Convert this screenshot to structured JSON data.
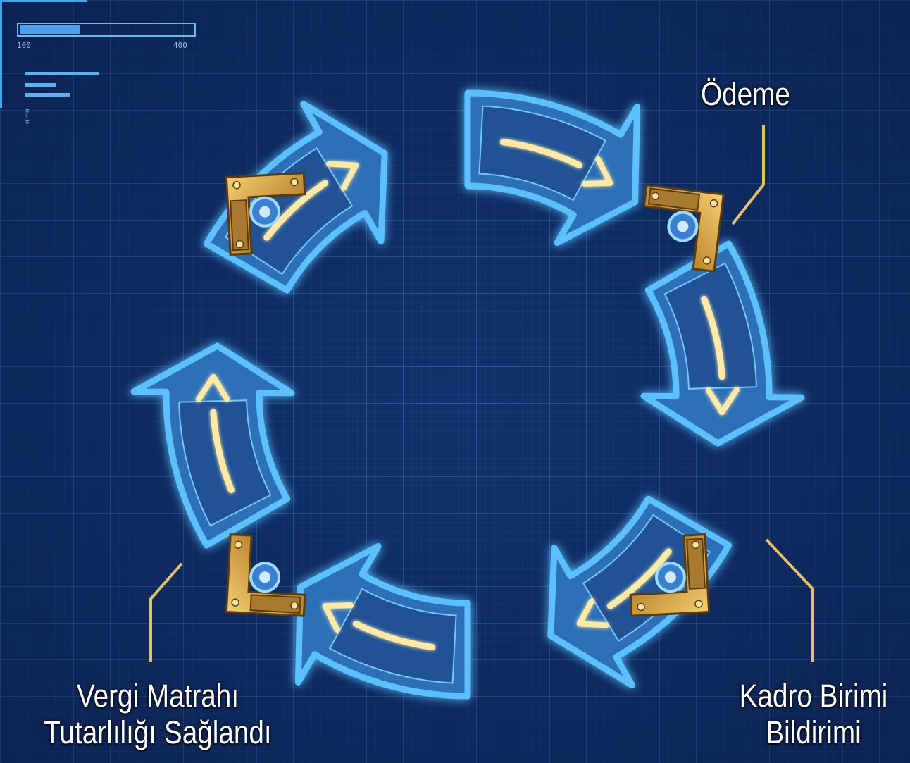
{
  "diagram": {
    "type": "cycle",
    "direction": "clockwise",
    "steps": [
      {
        "line1": "Ödeme",
        "line2": "",
        "position": "top-right"
      },
      {
        "line1": "Kadro Birimi",
        "line2": "Bildirimi",
        "position": "bottom-right"
      },
      {
        "line1": "Vergi Matrahı",
        "line2": "Tutarlılığı Sağlandı",
        "position": "bottom-left"
      }
    ],
    "arrow_count": 6
  },
  "hud": {
    "tick_left": "100",
    "tick_right": "400",
    "progress": 0.36
  },
  "colors": {
    "background": "#11326e",
    "grid": "#5fa0eb",
    "arrow_outline": "#5cc0ff",
    "arrow_body": "#2f6fb8",
    "arrow_inner_light": "#ffe9a6",
    "bracket_gold": "#d7a84a",
    "leader_line": "#e3c16a",
    "label_text": "#ffffff"
  }
}
